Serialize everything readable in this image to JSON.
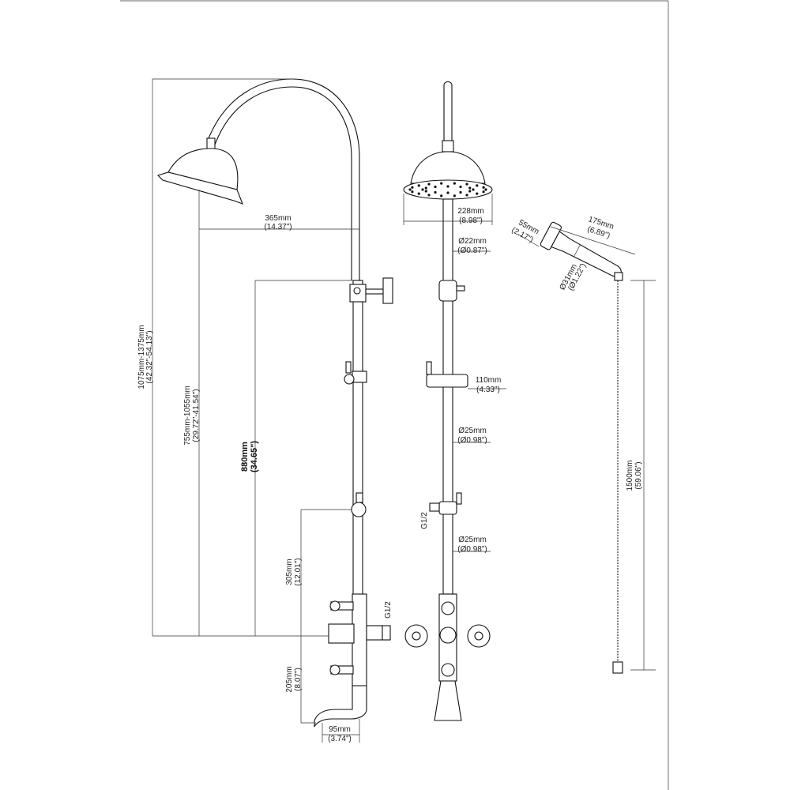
{
  "dimensions": {
    "arm_reach": {
      "mm": "365mm",
      "in": "(14.37\")"
    },
    "total_height": {
      "mm": "1075mm-1375mm",
      "in": "(42.32\"-54.13\")"
    },
    "head_height": {
      "mm": "755mm-1055mm",
      "in": "(29.72\"-41.54\")"
    },
    "rail_height": {
      "mm": "880mm",
      "in": "(34.65\")"
    },
    "lower_bracket": {
      "mm": "305mm",
      "in": "(12.01\")"
    },
    "spout_height": {
      "mm": "205mm",
      "in": "(8.07\")"
    },
    "spout_reach": {
      "mm": "95mm",
      "in": "(3.74\")"
    },
    "head_diameter": {
      "mm": "228mm",
      "in": "(8.98\")"
    },
    "upper_pipe": {
      "mm": "Ø22mm",
      "in": "(Ø0.87\")"
    },
    "holder_width": {
      "mm": "110mm",
      "in": "(4.33\")"
    },
    "mid_pipe": {
      "mm": "Ø25mm",
      "in": "(Ø0.98\")"
    },
    "lower_pipe": {
      "mm": "Ø25mm",
      "in": "(Ø0.98\")"
    },
    "hand_length": {
      "mm": "175mm",
      "in": "(6.89\")"
    },
    "hand_head": {
      "mm": "55mm",
      "in": "(2.17\")"
    },
    "hand_grip": {
      "mm": "Ø31mm",
      "in": "(Ø1.22\")"
    },
    "hose_length": {
      "mm": "1500mm",
      "in": "(59.06\")"
    }
  },
  "thread_labels": {
    "side_inlet": "G1/2",
    "front_inlet": "G1/2"
  }
}
